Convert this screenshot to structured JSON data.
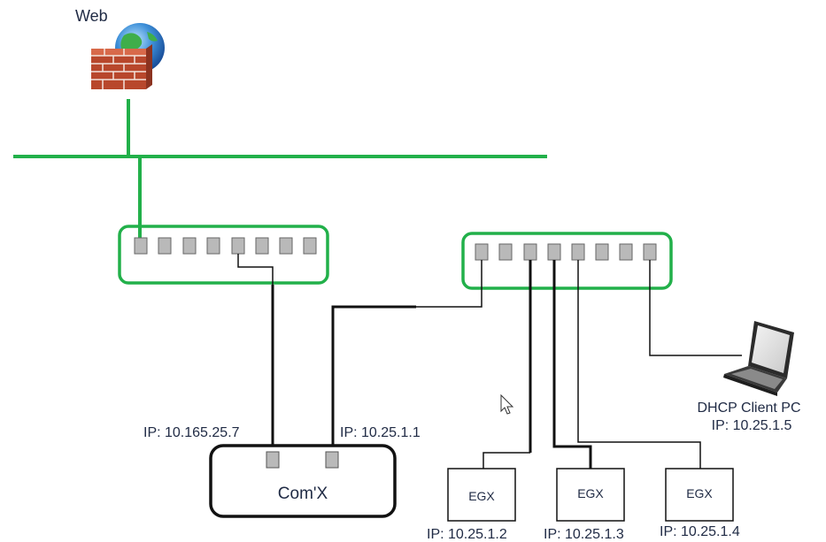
{
  "labels": {
    "web": "Web",
    "comx_name": "Com'X",
    "comx_ip_left": "IP: 10.165.25.7",
    "comx_ip_right": "IP: 10.25.1.1",
    "egx1_name": "EGX",
    "egx1_ip": "IP: 10.25.1.2",
    "egx2_name": "EGX",
    "egx2_ip": "IP: 10.25.1.3",
    "egx3_name": "EGX",
    "egx3_ip": "IP: 10.25.1.4",
    "pc_title": "DHCP Client PC",
    "pc_ip": "IP: 10.25.1.5"
  },
  "colors": {
    "network_line": "#22b04a",
    "cable": "#111111",
    "port_fill": "#b9b9b9",
    "label_text": "#1f2a44"
  },
  "icons": {
    "internet": "firewall-globe-icon",
    "laptop": "laptop-icon",
    "pointer": "mouse-cursor-icon"
  }
}
